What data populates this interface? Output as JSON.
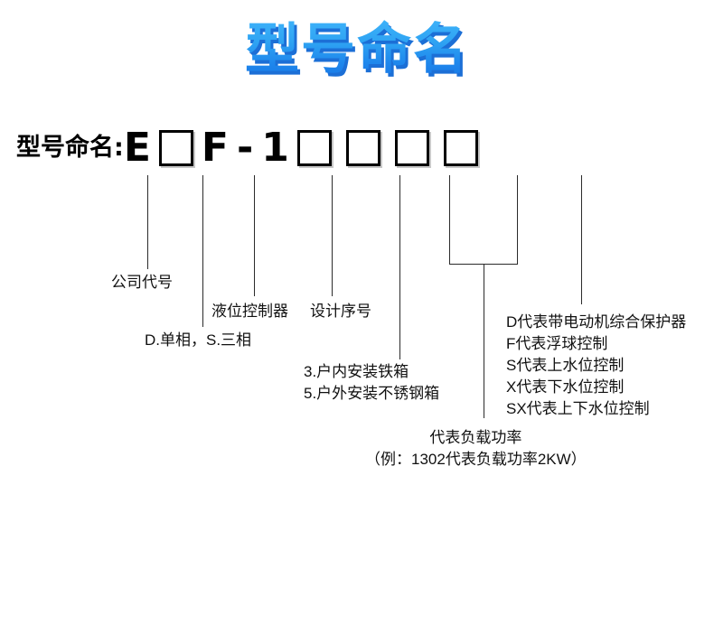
{
  "title": "型号命名",
  "model": {
    "prefix_label": "型号命名:",
    "segments": [
      {
        "kind": "char",
        "text": "E"
      },
      {
        "kind": "box",
        "text": ""
      },
      {
        "kind": "char",
        "text": "F"
      },
      {
        "kind": "char",
        "text": "-"
      },
      {
        "kind": "char",
        "text": "1"
      },
      {
        "kind": "box",
        "text": ""
      },
      {
        "kind": "box",
        "text": ""
      },
      {
        "kind": "box",
        "text": ""
      },
      {
        "kind": "box",
        "text": ""
      }
    ]
  },
  "annotations": {
    "company_code": "公司代号",
    "phase": "D.单相，S.三相",
    "level_controller": "液位控制器",
    "design_serial": "设计序号",
    "enclosure_line1": "3.户内安装铁箱",
    "enclosure_line2": "5.户外安装不锈钢箱",
    "power_line1": "代表负载功率",
    "power_line2": "（例：1302代表负载功率2KW）",
    "control_types": [
      "D代表带电动机综合保护器",
      "F代表浮球控制",
      "S代表上水位控制",
      "X代表下水位控制",
      "SX代表上下水位控制"
    ]
  },
  "colors": {
    "title_top": "#3FB4FA",
    "title_bottom": "#1775E4",
    "title_shadow": "#1C6FD6",
    "line": "#2b2b2b",
    "text": "#111111",
    "background": "#ffffff"
  }
}
